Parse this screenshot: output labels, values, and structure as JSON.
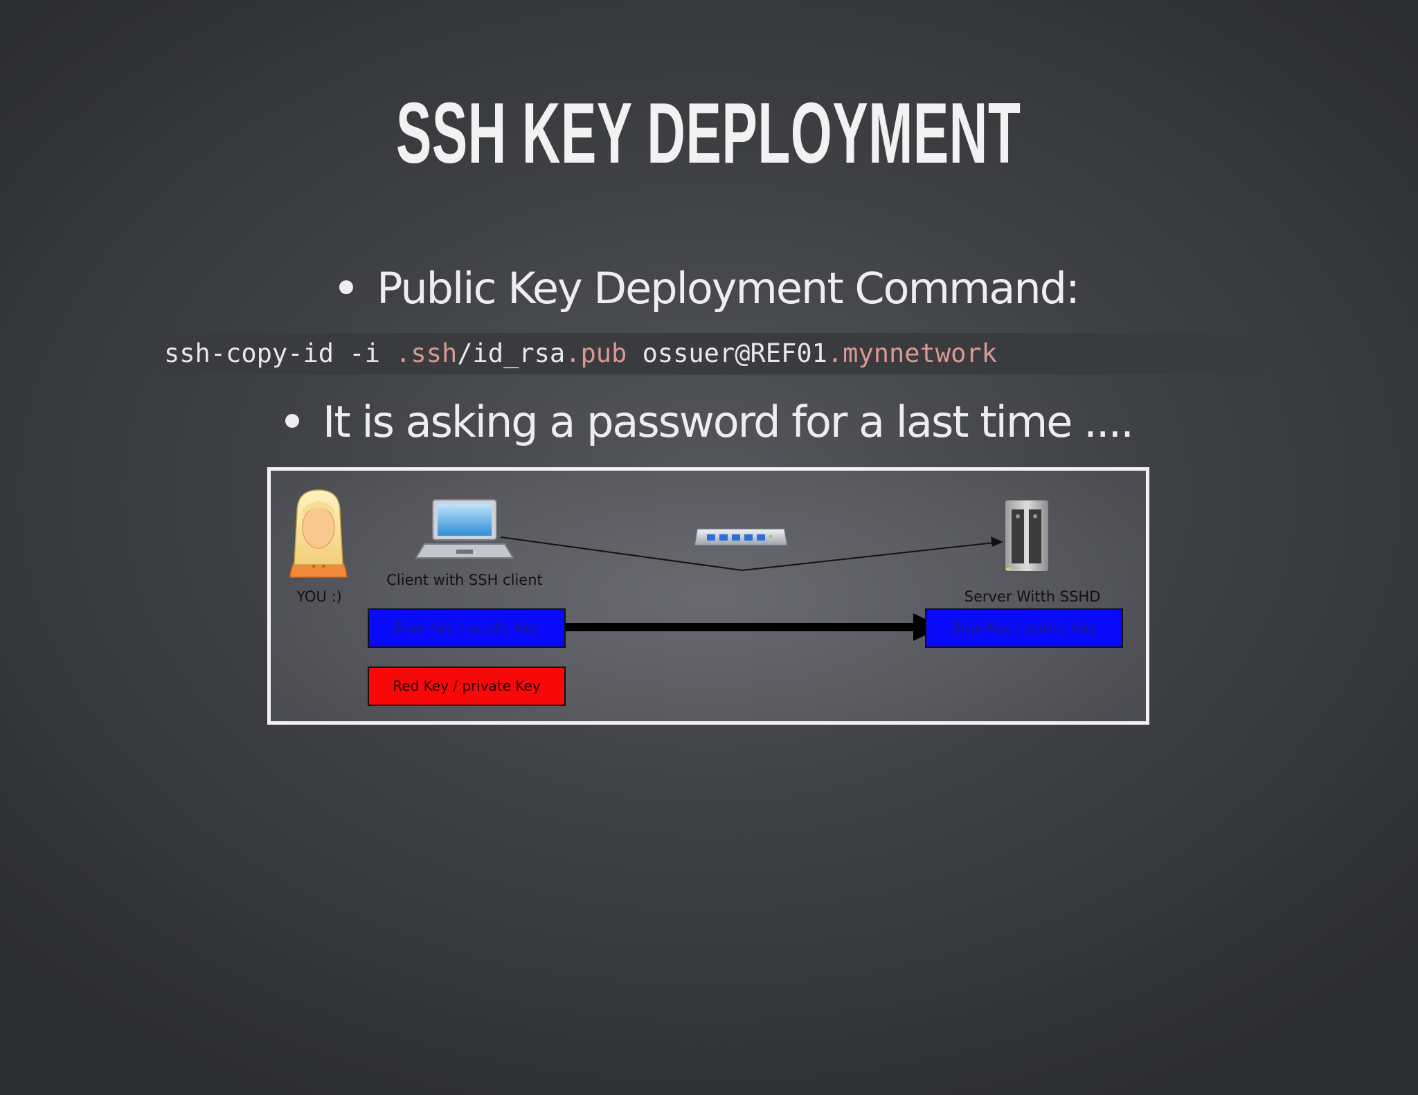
{
  "slide": {
    "title": "SSH KEY DEPLOYMENT",
    "bullets": [
      "Public Key Deployment Command:",
      "It is asking a password for a last time ...."
    ],
    "command": {
      "part1": "ssh-copy-id -i ",
      "part2": ".ssh",
      "part3": "/id_rsa",
      "part4": ".pub",
      "part5": " ossuer@REF01",
      "part6": ".mynnetwork"
    }
  },
  "diagram": {
    "user_label": "YOU :)",
    "client_label": "Client with SSH client",
    "server_label": "Server Witth SSHD",
    "client_public_key": "Blue Key / public Key",
    "server_public_key": "Blue Key / public Key",
    "client_private_key": "Red Key / private Key"
  },
  "colors": {
    "public_key": "#0a0afa",
    "private_key": "#f80808",
    "code_highlight": "#d99891"
  }
}
